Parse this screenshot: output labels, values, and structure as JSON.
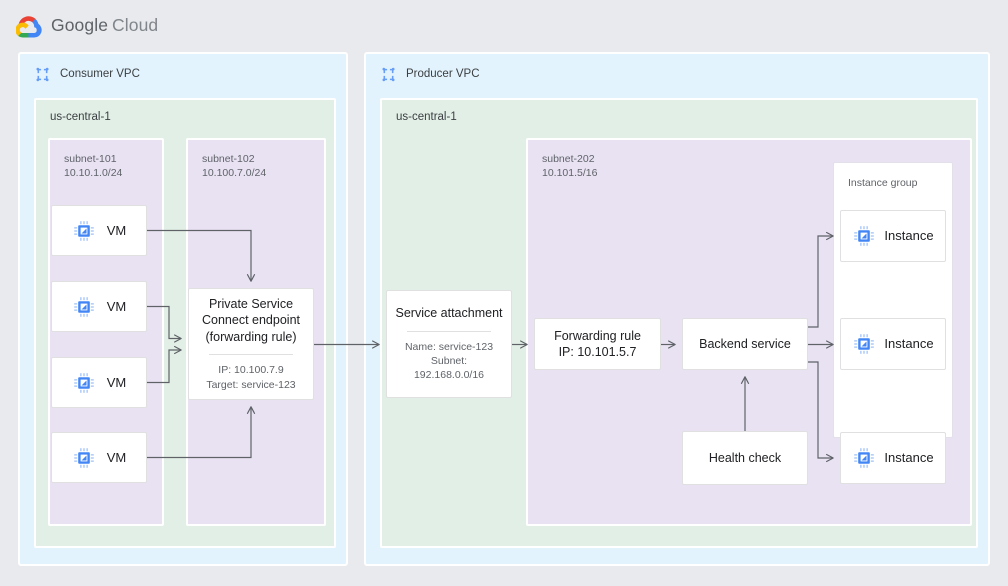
{
  "brand": {
    "google": "Google",
    "cloud": "Cloud",
    "logo_icon": "google-cloud-logo"
  },
  "palette": {
    "page_bg": "#e8eaed",
    "vpc_bg": "#e3f3fd",
    "region_bg": "#e2efe6",
    "subnet_bg": "#e9e2f3",
    "card_bg": "#ffffff",
    "connector": "#5f6368",
    "text_primary": "#202124",
    "text_secondary": "#5f6368",
    "icon_blue": "#4285f4",
    "logo_red": "#ea4335",
    "logo_yellow": "#fbbc04",
    "logo_green": "#34a853",
    "logo_blue": "#4285f4"
  },
  "consumer": {
    "vpc_title": "Consumer VPC",
    "vpc_icon": "vpc-network-icon",
    "region_label": "us-central-1",
    "subnets": [
      {
        "name": "subnet-101",
        "cidr": "10.10.1.0/24"
      },
      {
        "name": "subnet-102",
        "cidr": "10.100.7.0/24"
      }
    ],
    "vms": [
      {
        "label": "VM",
        "icon": "vm-chip-icon"
      },
      {
        "label": "VM",
        "icon": "vm-chip-icon"
      },
      {
        "label": "VM",
        "icon": "vm-chip-icon"
      },
      {
        "label": "VM",
        "icon": "vm-chip-icon"
      }
    ],
    "psc_endpoint": {
      "title": "Private Service\nConnect endpoint\n(forwarding rule)",
      "details": "IP: 10.100.7.9\nTarget: service-123"
    }
  },
  "producer": {
    "vpc_title": "Producer VPC",
    "vpc_icon": "vpc-network-icon",
    "region_label": "us-central-1",
    "subnet": {
      "name": "subnet-202",
      "cidr": "10.101.5/16"
    },
    "service_attachment": {
      "title": "Service attachment",
      "details": "Name: service-123\nSubnet:\n192.168.0.0/16"
    },
    "forwarding_rule": {
      "title": "Forwarding rule\nIP: 10.101.5.7"
    },
    "backend_service": {
      "title": "Backend service"
    },
    "health_check": {
      "title": "Health check"
    },
    "instance_group": {
      "label": "Instance group",
      "instances": [
        {
          "label": "Instance",
          "icon": "vm-chip-icon"
        },
        {
          "label": "Instance",
          "icon": "vm-chip-icon"
        },
        {
          "label": "Instance",
          "icon": "vm-chip-icon"
        }
      ]
    }
  }
}
